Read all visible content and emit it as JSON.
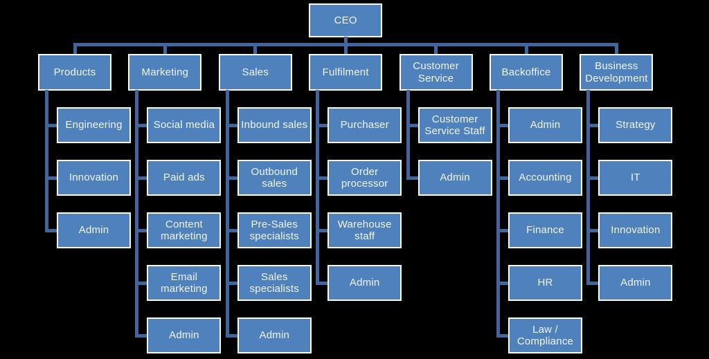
{
  "diagram": {
    "type": "org-chart",
    "root": {
      "label": "CEO"
    },
    "departments": [
      {
        "label": "Products",
        "children": [
          {
            "label": "Engineering"
          },
          {
            "label": "Innovation"
          },
          {
            "label": "Admin"
          }
        ]
      },
      {
        "label": "Marketing",
        "children": [
          {
            "label": "Social media"
          },
          {
            "label": "Paid ads"
          },
          {
            "label": "Content marketing"
          },
          {
            "label": "Email marketing"
          },
          {
            "label": "Admin"
          }
        ]
      },
      {
        "label": "Sales",
        "children": [
          {
            "label": "Inbound sales"
          },
          {
            "label": "Outbound sales"
          },
          {
            "label": "Pre-Sales specialists"
          },
          {
            "label": "Sales specialists"
          },
          {
            "label": "Admin"
          }
        ]
      },
      {
        "label": "Fulfilment",
        "children": [
          {
            "label": "Purchaser"
          },
          {
            "label": "Order processor"
          },
          {
            "label": "Warehouse staff"
          },
          {
            "label": "Admin"
          }
        ]
      },
      {
        "label": "Customer Service",
        "children": [
          {
            "label": "Customer Service Staff"
          },
          {
            "label": "Admin"
          }
        ]
      },
      {
        "label": "Backoffice",
        "children": [
          {
            "label": "Admin"
          },
          {
            "label": "Accounting"
          },
          {
            "label": "Finance"
          },
          {
            "label": "HR"
          },
          {
            "label": "Law / Compliance"
          }
        ]
      },
      {
        "label": "Business Development",
        "children": [
          {
            "label": "Strategy"
          },
          {
            "label": "IT"
          },
          {
            "label": "Innovation"
          },
          {
            "label": "Admin"
          }
        ]
      }
    ],
    "colors": {
      "background": "#000000",
      "node_fill": "#4f81bd",
      "node_border": "#ffffff",
      "node_text": "#f2f6fb",
      "connector": "#41659d"
    }
  }
}
